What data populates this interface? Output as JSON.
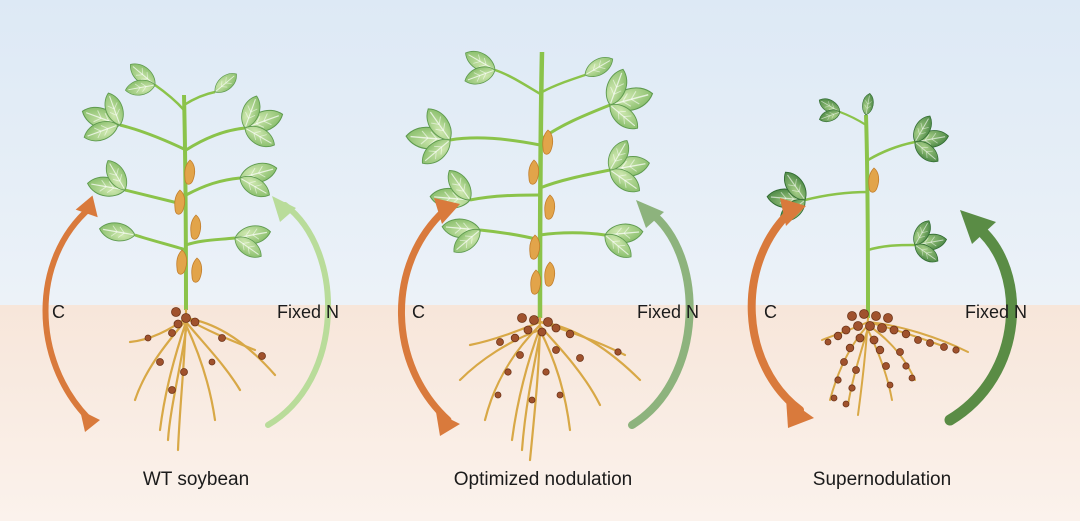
{
  "colors": {
    "sky": "#e2edf7",
    "soil": "#f8ebe2",
    "carbon_arrow": "#d97a3c",
    "nitrogen_light": "#b9dc9a",
    "nitrogen_medium": "#8db37d",
    "nitrogen_dark": "#5a8c45",
    "stem": "#8bc34a",
    "leaf_light": "#a9d27f",
    "leaf_dark": "#5b9a52",
    "root": "#d8a846",
    "nodule": "#a0522d",
    "pod": "#e0a64a"
  },
  "panels": [
    {
      "id": "wt",
      "caption": "WT soybean",
      "carbon_label": "C",
      "nitrogen_label": "Fixed N"
    },
    {
      "id": "optimized",
      "caption": "Optimized nodulation",
      "carbon_label": "C",
      "nitrogen_label": "Fixed N"
    },
    {
      "id": "super",
      "caption": "Supernodulation",
      "carbon_label": "C",
      "nitrogen_label": "Fixed N"
    }
  ]
}
